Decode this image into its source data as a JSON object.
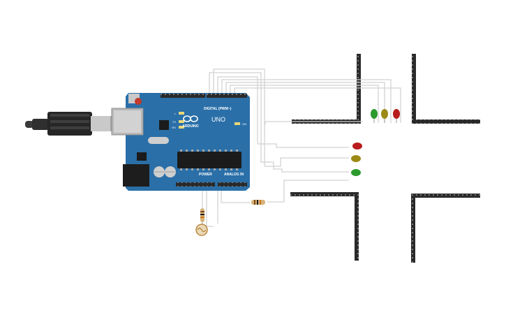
{
  "board": {
    "brand": "ARDUINO",
    "model": "UNO",
    "digital_header": "DIGITAL (PWM~)",
    "power_header": "POWER",
    "analog_header": "ANALOG IN",
    "on_label": "ON",
    "led_l": "L",
    "led_tx": "TX",
    "led_rx": "RX",
    "icon": "arduino-infinity-logo",
    "color": "#2a6fa8"
  },
  "leds": {
    "upper_group": [
      "red",
      "yellow",
      "green"
    ],
    "side_group": [
      "red",
      "yellow",
      "green"
    ],
    "colors": {
      "red": "#b81c1c",
      "yellow": "#9c8a16",
      "green": "#2c9a2c"
    }
  },
  "components": {
    "usb_cable": "usb-b-cable",
    "resistor": "resistor",
    "photoresistor": "ldr-sensor"
  }
}
